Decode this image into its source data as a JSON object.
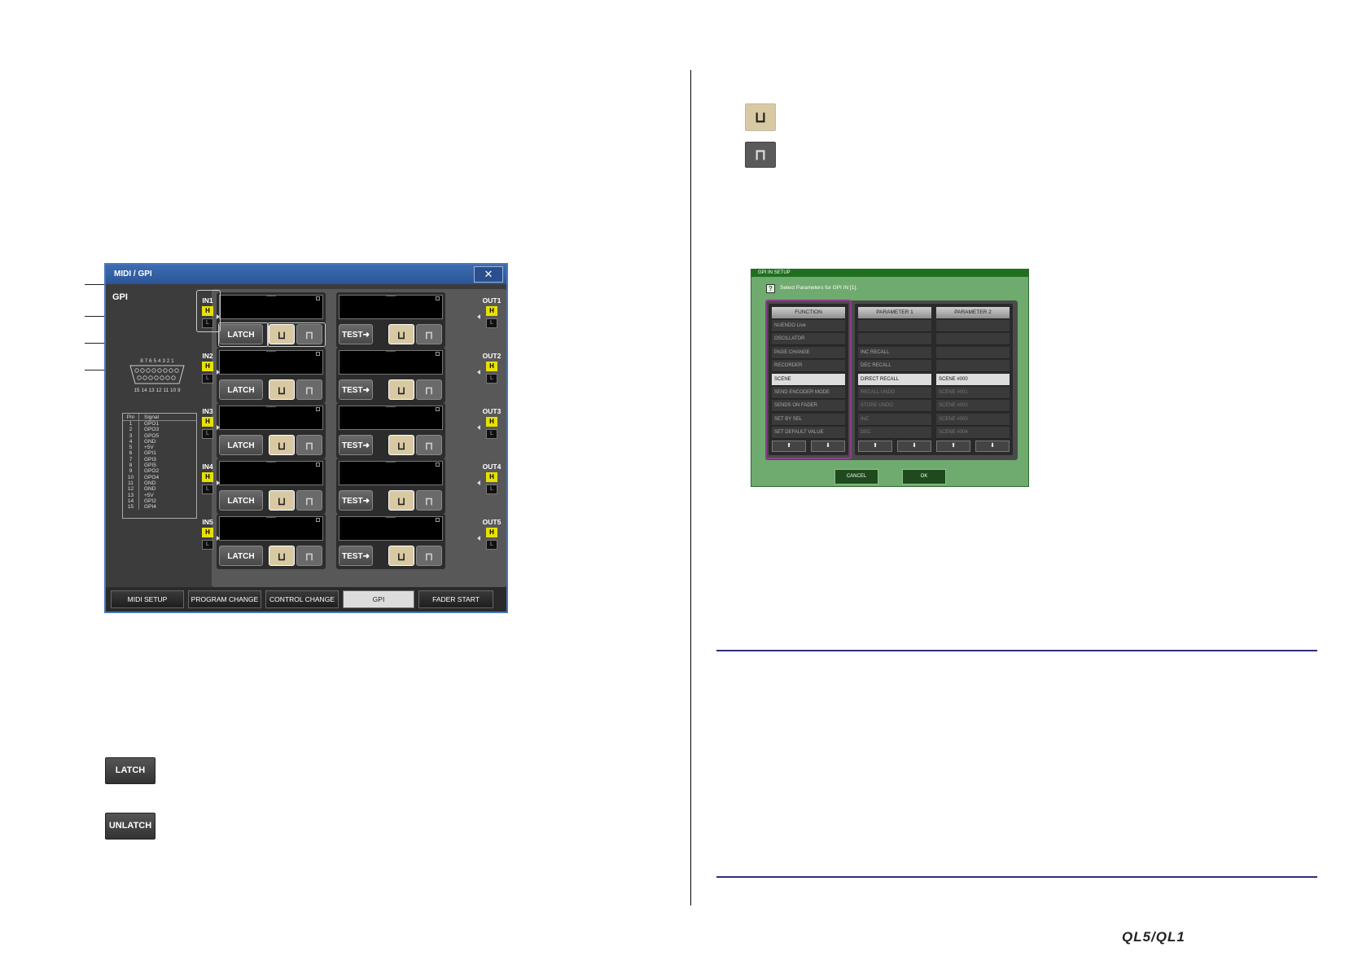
{
  "window": {
    "title": "MIDI / GPI",
    "close_glyph": "✕",
    "section_label": "GPI"
  },
  "connector": {
    "top_pins": "8 7 6 5 4 3 2 1",
    "bottom_pins": "15 14 13 12 11 10 9"
  },
  "pin_table": {
    "headers": [
      "Pin",
      "Signal"
    ],
    "rows": [
      [
        "1",
        "GPO1"
      ],
      [
        "2",
        "GPO3"
      ],
      [
        "3",
        "GPO5"
      ],
      [
        "4",
        "GND"
      ],
      [
        "5",
        "+5V"
      ],
      [
        "6",
        "GPI1"
      ],
      [
        "7",
        "GPI3"
      ],
      [
        "8",
        "GPI5"
      ],
      [
        "9",
        "GPO2"
      ],
      [
        "10",
        "GPO4"
      ],
      [
        "11",
        "GND"
      ],
      [
        "12",
        "GND"
      ],
      [
        "13",
        "+5V"
      ],
      [
        "14",
        "GPI2"
      ],
      [
        "15",
        "GPI4"
      ]
    ]
  },
  "inputs": [
    {
      "label": "IN1",
      "name": "-----",
      "h": "H",
      "l": "L",
      "latch": "LATCH"
    },
    {
      "label": "IN2",
      "name": "-----",
      "h": "H",
      "l": "L",
      "latch": "LATCH"
    },
    {
      "label": "IN3",
      "name": "-----",
      "h": "H",
      "l": "L",
      "latch": "LATCH"
    },
    {
      "label": "IN4",
      "name": "-----",
      "h": "H",
      "l": "L",
      "latch": "LATCH"
    },
    {
      "label": "IN5",
      "name": "-----",
      "h": "H",
      "l": "L",
      "latch": "LATCH"
    }
  ],
  "outputs": [
    {
      "label": "OUT1",
      "name": "-----",
      "h": "H",
      "l": "L",
      "test": "TEST➜"
    },
    {
      "label": "OUT2",
      "name": "-----",
      "h": "H",
      "l": "L",
      "test": "TEST➜"
    },
    {
      "label": "OUT3",
      "name": "-----",
      "h": "H",
      "l": "L",
      "test": "TEST➜"
    },
    {
      "label": "OUT4",
      "name": "-----",
      "h": "H",
      "l": "L",
      "test": "TEST➜"
    },
    {
      "label": "OUT5",
      "name": "-----",
      "h": "H",
      "l": "L",
      "test": "TEST➜"
    }
  ],
  "polarity": {
    "active_low_glyph": "⊔",
    "active_high_glyph": "⊓"
  },
  "tabs": [
    {
      "label": "MIDI SETUP",
      "selected": false
    },
    {
      "label": "PROGRAM CHANGE",
      "selected": false
    },
    {
      "label": "CONTROL CHANGE",
      "selected": false
    },
    {
      "label": "GPI",
      "selected": true
    },
    {
      "label": "FADER START",
      "selected": false
    }
  ],
  "legend_buttons": {
    "latch": "LATCH",
    "unlatch": "UNLATCH"
  },
  "dialog": {
    "title": "GPI IN SETUP",
    "help_glyph": "?",
    "prompt": "Select Parameters for GPI IN [1].",
    "columns": [
      {
        "header": "FUNCTION",
        "items": [
          "NUENDO Live",
          "OSCILLATOR",
          "PAGE CHANGE",
          "RECORDER",
          "SCENE",
          "SEND ENCODER MODE",
          "SENDS ON FADER",
          "SET BY SEL",
          "SET DEFAULT VALUE"
        ],
        "selected": 4
      },
      {
        "header": "PARAMETER 1",
        "items": [
          "",
          "",
          "INC RECALL",
          "DEC RECALL",
          "DIRECT RECALL",
          "RECALL UNDO",
          "STORE UNDO",
          "INC",
          "DEC"
        ],
        "selected": 4
      },
      {
        "header": "PARAMETER 2",
        "items": [
          "",
          "",
          "",
          "",
          "SCENE #000",
          "SCENE #001",
          "SCENE #002",
          "SCENE #003",
          "SCENE #004"
        ],
        "selected": 4
      }
    ],
    "up_arrow": "⬆",
    "down_arrow": "⬇",
    "cancel": "CANCEL",
    "ok": "OK"
  },
  "footer_logo": "QL5/QL1",
  "colors": {
    "accent_blue": "#3d6cb2",
    "dialog_green": "#6faa6f",
    "highlight_purple": "#8e3e8e",
    "indicator_yellow": "#e8e000"
  }
}
